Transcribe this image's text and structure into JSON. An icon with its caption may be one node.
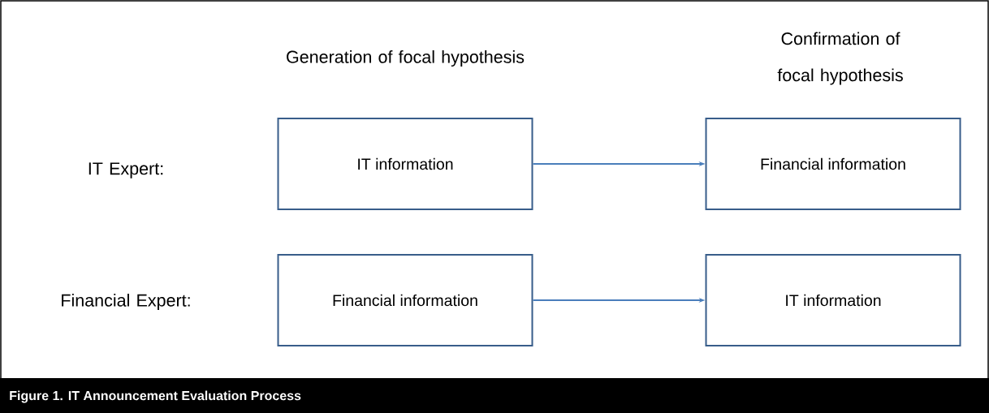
{
  "diagram": {
    "caption": "Figure 1. IT Announcement Evaluation Process",
    "nodes": [
      {
        "text": [
          "IT information"
        ]
      },
      {
        "text": [
          "Financial information"
        ]
      },
      {
        "text": [
          "Financial information"
        ]
      },
      {
        "text": [
          "IT information"
        ]
      }
    ],
    "edges": [
      {
        "from": 0,
        "to": 1,
        "arrow": "to"
      },
      {
        "from": 2,
        "to": 3,
        "arrow": "to"
      }
    ],
    "labels": [
      "Generation of focal hypothesis",
      "Confirmation of focal hypothesis",
      "IT Expert:",
      "Financial Expert:"
    ]
  }
}
